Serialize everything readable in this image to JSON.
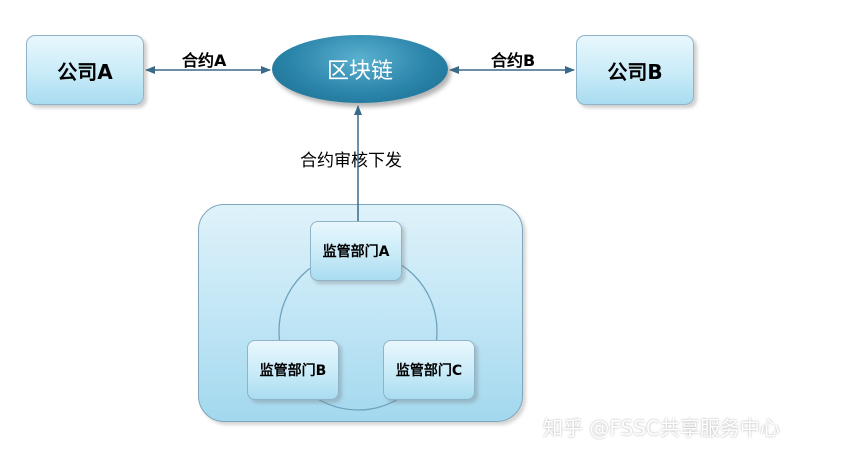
{
  "nodes": {
    "company_a": "公司A",
    "company_b": "公司B",
    "blockchain": "区块链",
    "dept_a": "监管部门A",
    "dept_b": "监管部门B",
    "dept_c": "监管部门C"
  },
  "edges": {
    "contract_a": "合约A",
    "contract_b": "合约B",
    "contract_review": "合约审核下发"
  },
  "watermark": "知乎 @FSSC共享服务中心",
  "colors": {
    "box_fill": "#c9ebf8",
    "blockchain_fill": "#2b85aa",
    "arrow": "#3a6a8a"
  }
}
